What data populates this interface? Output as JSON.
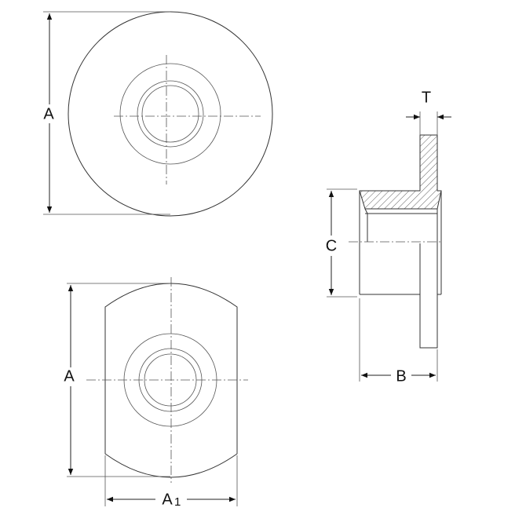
{
  "labels": {
    "top_view_dimension": "A",
    "front_view_height": "A",
    "front_view_width": "A",
    "front_view_width_subscript": "1",
    "side_view_bore": "C",
    "side_view_length": "B",
    "side_view_thickness": "T"
  },
  "colors": {
    "line": "#333333",
    "hatch": "#444444",
    "background": "#ffffff"
  }
}
